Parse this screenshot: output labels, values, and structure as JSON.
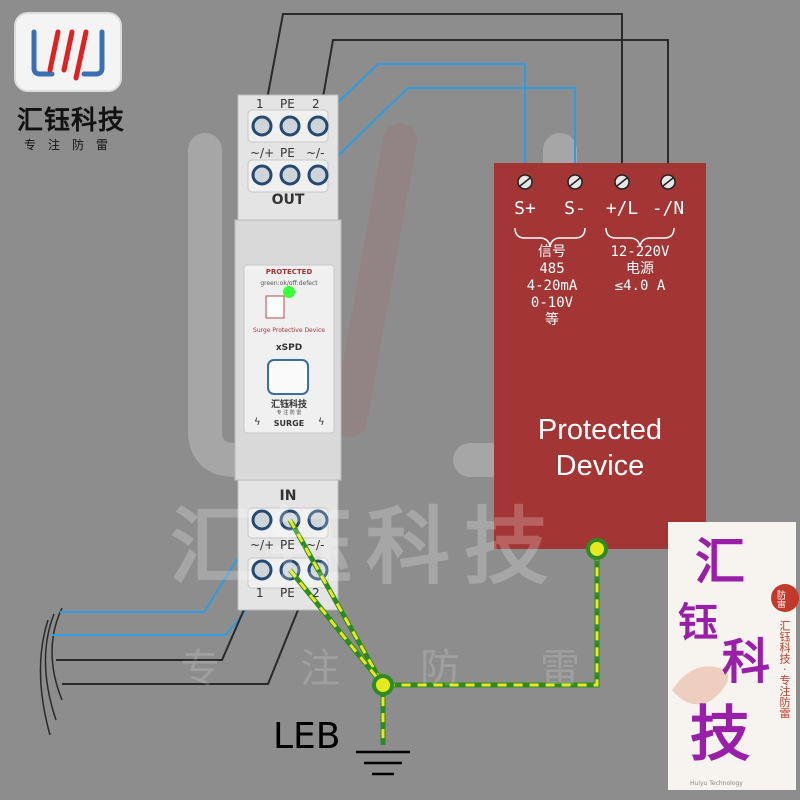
{
  "brand": {
    "title": "汇钰科技",
    "subtitle": "专注防雷",
    "logo_icon": "hy-logo-icon"
  },
  "watermark": {
    "big": "汇钰科技",
    "small": "专注防雷"
  },
  "spd": {
    "out_top_terminals": [
      "1",
      "PE",
      "2"
    ],
    "out_bottom_terminals": [
      "~/+",
      "PE",
      "~/-"
    ],
    "out_label": "OUT",
    "panel": {
      "protected": "PROTECTED",
      "status_legend": "green:ok/off:defect",
      "device_name": "Surge Protective Device",
      "model": "xSPD",
      "brand_title": "汇钰科技",
      "brand_sub": "专 注 防 雷",
      "surge": "SURGE"
    },
    "in_label": "IN",
    "in_top_terminals": [
      "~/+",
      "PE",
      "~/-"
    ],
    "in_bottom_terminals": [
      "1",
      "PE",
      "2"
    ]
  },
  "device": {
    "terminals": [
      "S+",
      "S-",
      "+/L",
      "-/N"
    ],
    "signal_group": [
      "信号",
      "485",
      "4-20mA",
      "0-10V",
      "等"
    ],
    "power_group": [
      "12-220V",
      "电源",
      "≤4.0 A"
    ],
    "title_line1": "Protected",
    "title_line2": "Device"
  },
  "ground": {
    "label": "LEB"
  },
  "stamp": {
    "calligraphy": [
      "汇",
      "钰",
      "科",
      "技"
    ],
    "seal": "防雷",
    "vertical_text": "汇钰科技 · 专注防雷",
    "footer": "Huiyu Technology"
  },
  "colors": {
    "background": "#8d8d8d",
    "device_red": "#a33535",
    "wire_blue": "#2f9be0",
    "wire_dark": "#2a2a2a",
    "ground_yellow": "#e8e81e",
    "ground_green": "#2e8b22",
    "status_led": "#39ff3a"
  }
}
